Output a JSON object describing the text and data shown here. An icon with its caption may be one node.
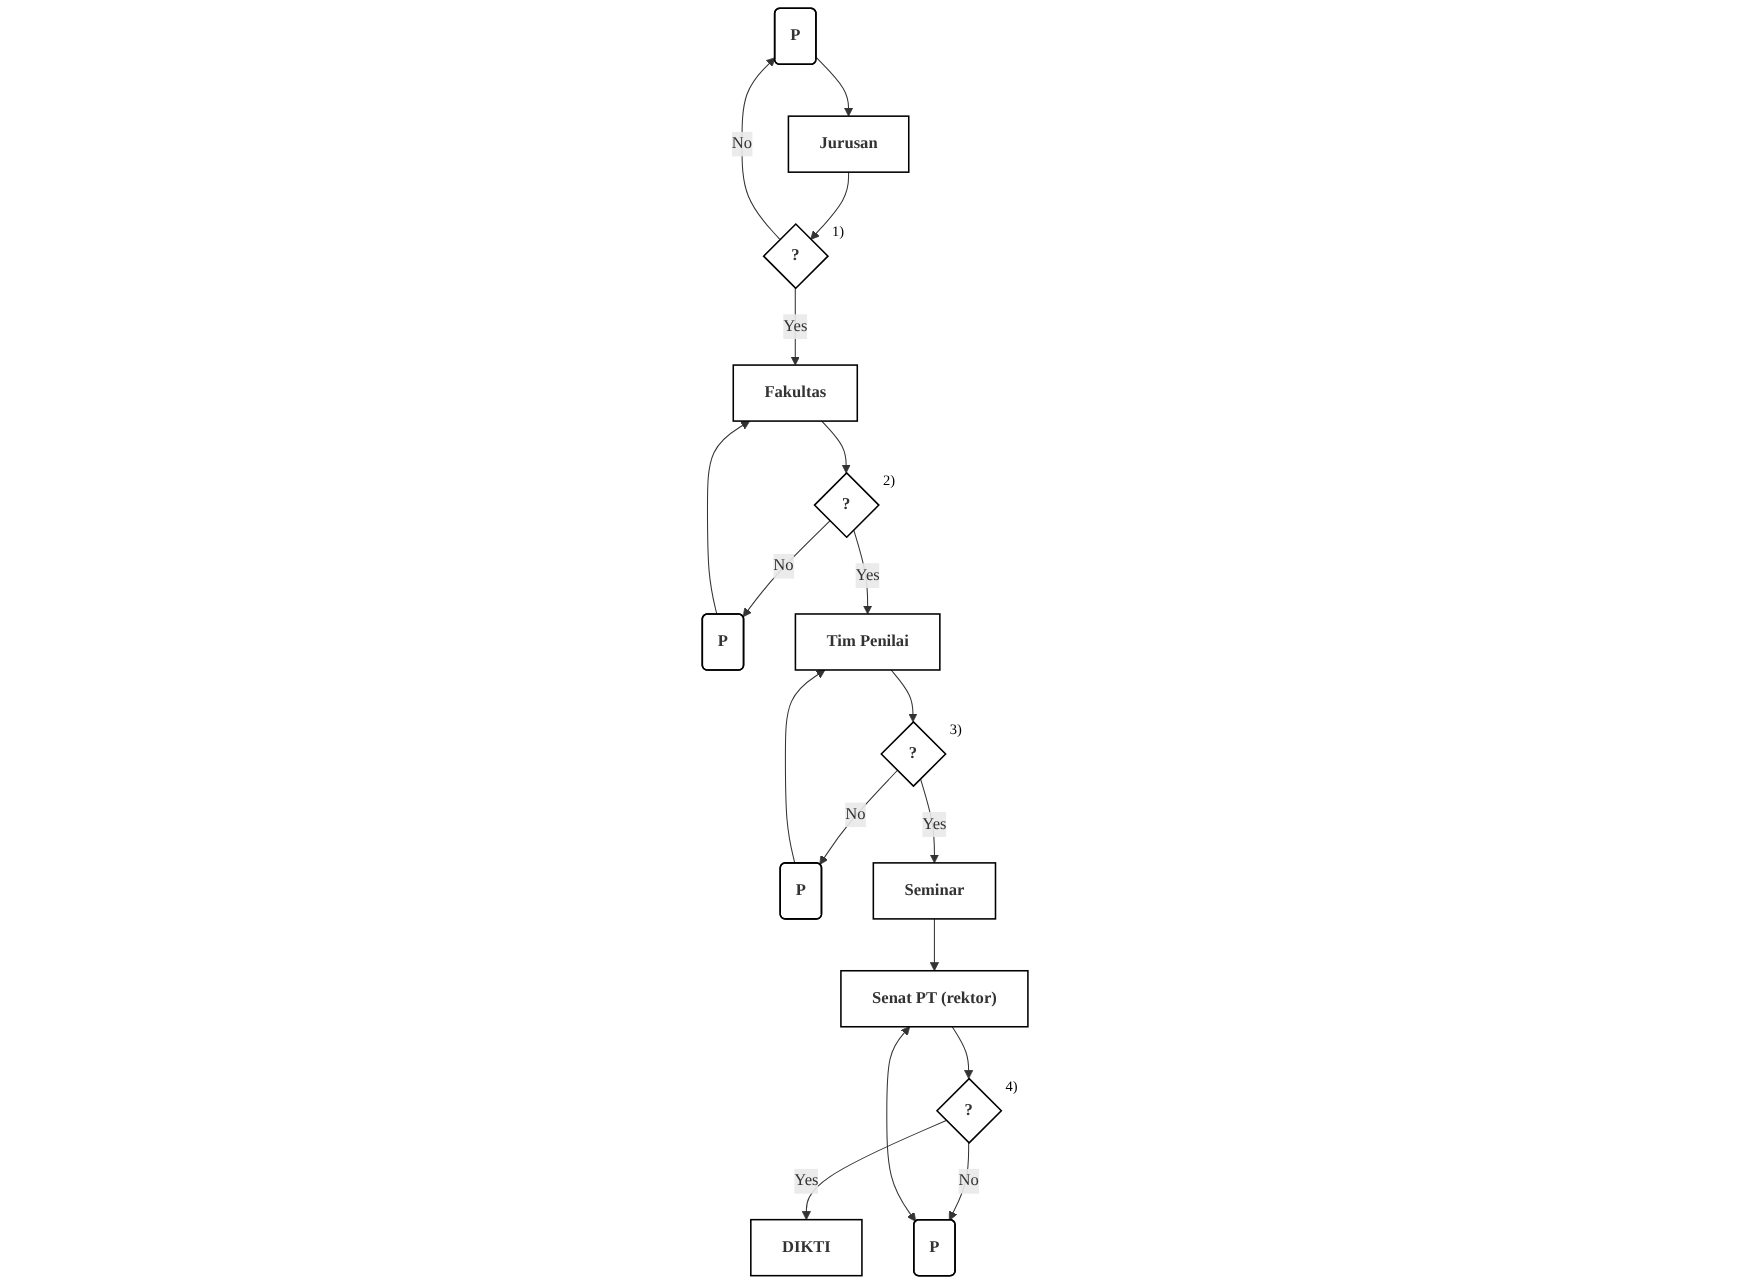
{
  "diagram": {
    "nodes": [
      {
        "text": [
          "P"
        ]
      },
      {
        "text": [
          "Jurusan"
        ]
      },
      {
        "text": [
          "?"
        ],
        "beside": [
          "1)"
        ]
      },
      {
        "text": [
          "Fakultas"
        ]
      },
      {
        "text": [
          "P"
        ]
      },
      {
        "text": [
          "?"
        ],
        "beside": [
          "2)"
        ]
      },
      {
        "text": [
          "Tim Penilai"
        ]
      },
      {
        "text": [
          "?"
        ],
        "beside": [
          "3)"
        ]
      },
      {
        "text": [
          "P"
        ]
      },
      {
        "text": [
          "Seminar"
        ]
      },
      {
        "text": [
          "Senat PT (rektor)"
        ]
      },
      {
        "text": [
          "?"
        ],
        "beside": [
          "4)"
        ]
      },
      {
        "text": [
          "DIKTI"
        ]
      },
      {
        "text": [
          "P"
        ]
      }
    ],
    "edges": [
      {
        "from": 0,
        "to": 1,
        "arrow": "to"
      },
      {
        "from": 1,
        "to": 2,
        "arrow": "to"
      },
      {
        "from": 2,
        "to": 0,
        "arrow": "to",
        "label": "No"
      },
      {
        "from": 2,
        "to": 3,
        "arrow": "to",
        "label": "Yes"
      },
      {
        "from": 3,
        "to": 5,
        "arrow": "to"
      },
      {
        "from": 5,
        "to": 4,
        "arrow": "to",
        "label": "No"
      },
      {
        "from": 4,
        "to": 3,
        "arrow": "to"
      },
      {
        "from": 5,
        "to": 6,
        "arrow": "to",
        "label": "Yes"
      },
      {
        "from": 6,
        "to": 7,
        "arrow": "to"
      },
      {
        "from": 7,
        "to": 8,
        "arrow": "to",
        "label": "No"
      },
      {
        "from": 8,
        "to": 6,
        "arrow": "to"
      },
      {
        "from": 7,
        "to": 9,
        "arrow": "to",
        "label": "Yes"
      },
      {
        "from": 9,
        "to": 10,
        "arrow": "to"
      },
      {
        "from": 10,
        "to": 11,
        "arrow": "to"
      },
      {
        "from": 11,
        "to": 12,
        "arrow": "to",
        "label": "Yes"
      },
      {
        "from": 11,
        "to": 13,
        "arrow": "to",
        "label": "No"
      },
      {
        "from": 13,
        "to": 10,
        "arrow": "both"
      }
    ]
  }
}
